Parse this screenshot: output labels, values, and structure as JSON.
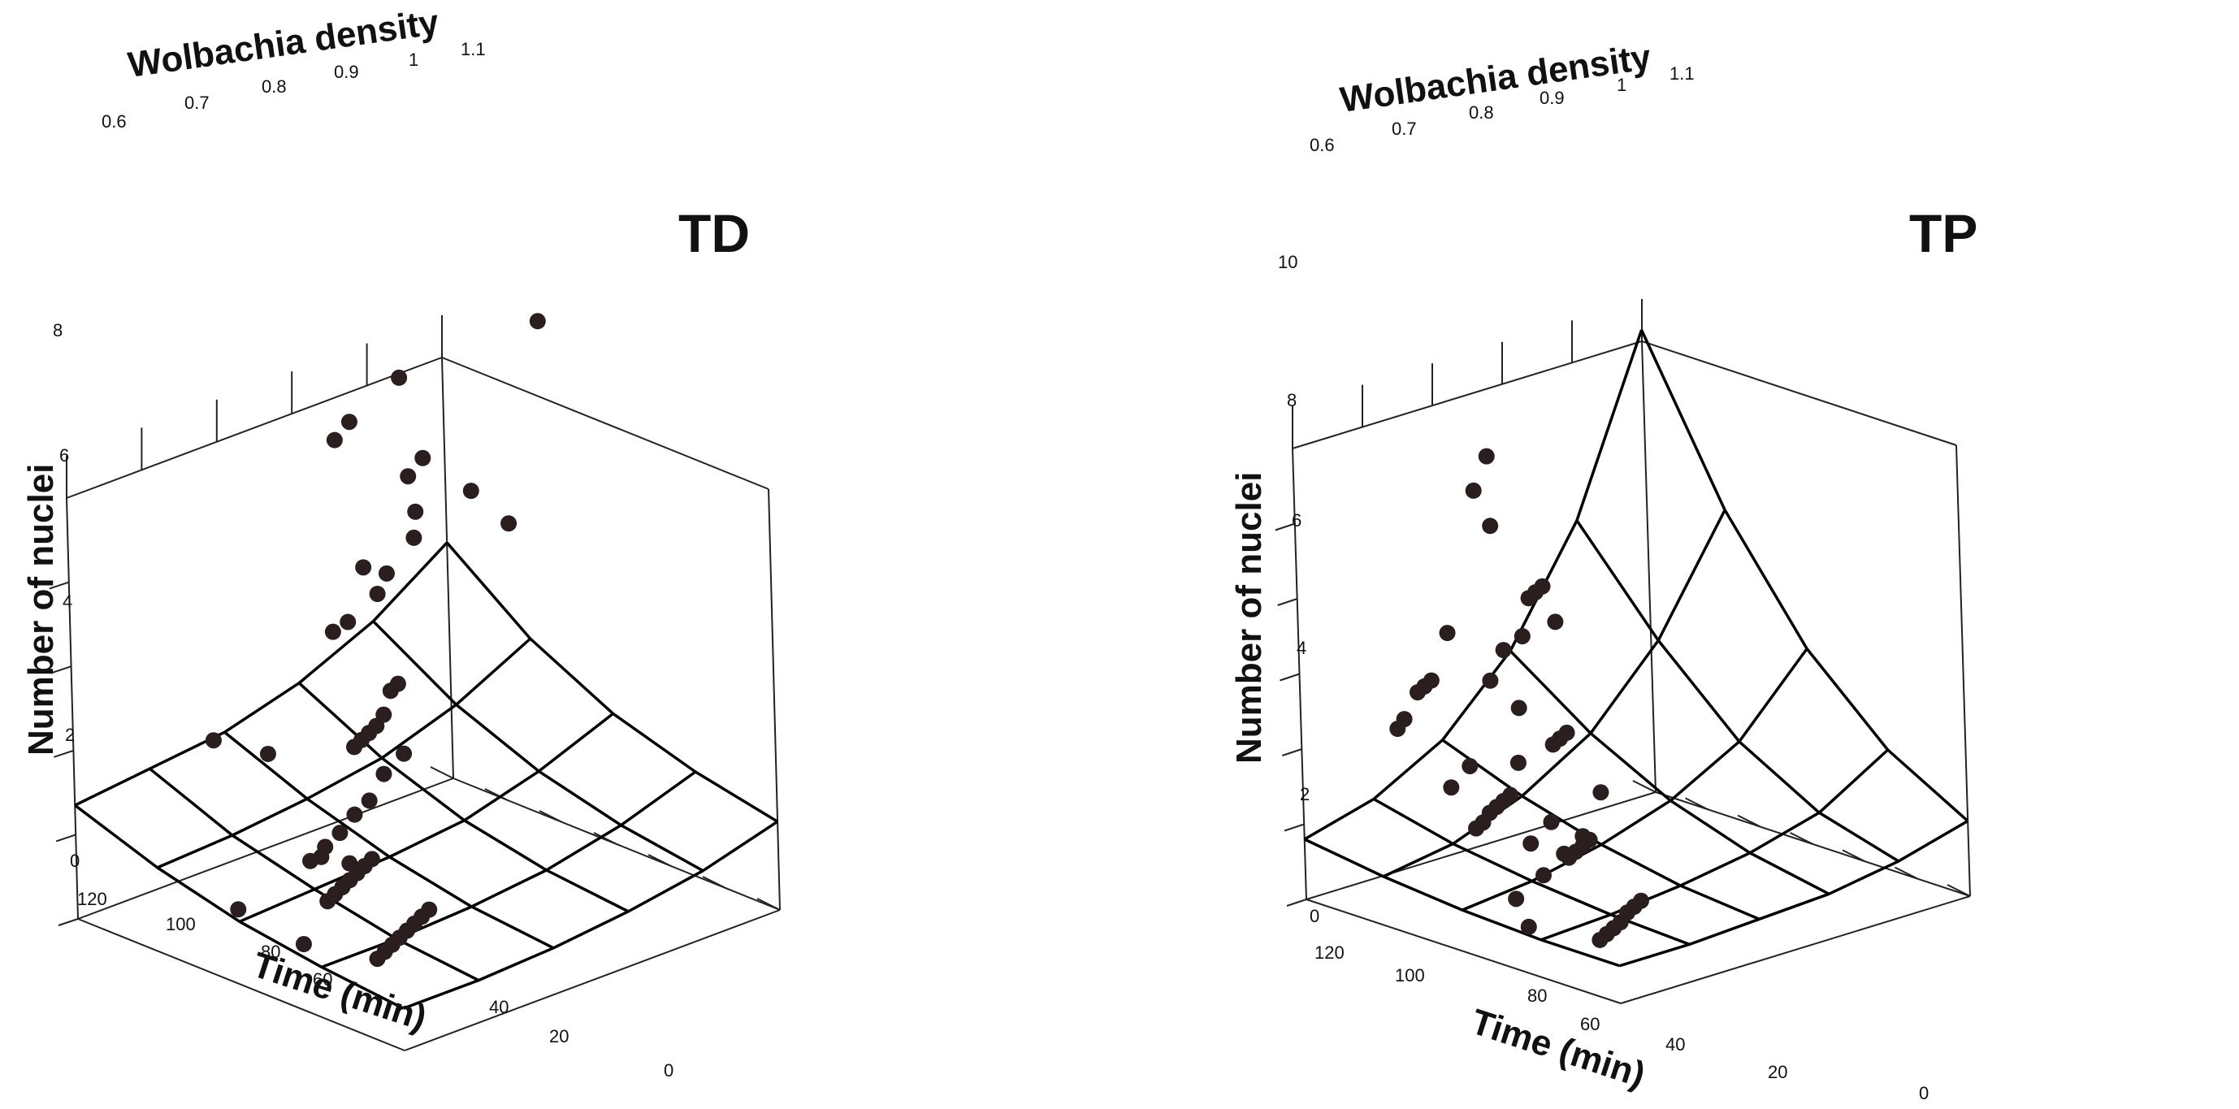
{
  "colors": {
    "points": "#2a1e1e",
    "lines": "#000000",
    "background": "#ffffff"
  },
  "chart_data": [
    {
      "type": "scatter3d",
      "title": "TD",
      "xlabel": "Wolbachia density",
      "ylabel": "Time (min)",
      "zlabel": "Number of nuclei",
      "xlim": [
        0.6,
        1.1
      ],
      "ylim": [
        0,
        120
      ],
      "zlim": [
        0,
        10
      ],
      "x_ticks": [
        "0.6",
        "0.7",
        "0.8",
        "0.9",
        "1",
        "1.1"
      ],
      "y_ticks": [
        "0",
        "20",
        "40",
        "60",
        "80",
        "100",
        "120"
      ],
      "z_ticks": [
        "0",
        "2",
        "4",
        "6",
        "8"
      ],
      "surface": {
        "x": [
          0.6,
          0.7,
          0.8,
          0.9,
          1.0,
          1.1
        ],
        "y": [
          0,
          30,
          60,
          90,
          120
        ],
        "z": [
          [
            1.0,
            1.0,
            1.1,
            1.3,
            1.6,
            2.1
          ],
          [
            1.2,
            1.2,
            1.3,
            1.5,
            1.9,
            2.5
          ],
          [
            1.5,
            1.6,
            1.7,
            1.9,
            2.4,
            3.1
          ],
          [
            2.0,
            2.1,
            2.3,
            2.6,
            3.2,
            4.1
          ],
          [
            2.7,
            2.9,
            3.1,
            3.6,
            4.4,
            5.6
          ]
        ]
      },
      "points": [
        {
          "x": 0.61,
          "y": 12,
          "z": 1.8
        },
        {
          "x": 0.62,
          "y": 12,
          "z": 1.9
        },
        {
          "x": 0.63,
          "y": 12,
          "z": 2.0
        },
        {
          "x": 0.64,
          "y": 12,
          "z": 2.1
        },
        {
          "x": 0.65,
          "y": 12,
          "z": 2.2
        },
        {
          "x": 0.66,
          "y": 12,
          "z": 2.3
        },
        {
          "x": 0.67,
          "y": 12,
          "z": 2.4
        },
        {
          "x": 0.68,
          "y": 12,
          "z": 2.5
        },
        {
          "x": 0.62,
          "y": 42,
          "z": 1.3
        },
        {
          "x": 0.66,
          "y": 44,
          "z": 2.0
        },
        {
          "x": 0.67,
          "y": 44,
          "z": 2.1
        },
        {
          "x": 0.68,
          "y": 44,
          "z": 2.2
        },
        {
          "x": 0.69,
          "y": 44,
          "z": 2.3
        },
        {
          "x": 0.7,
          "y": 44,
          "z": 2.4
        },
        {
          "x": 0.71,
          "y": 44,
          "z": 2.5
        },
        {
          "x": 0.72,
          "y": 44,
          "z": 2.6
        },
        {
          "x": 0.66,
          "y": 50,
          "z": 2.8
        },
        {
          "x": 0.68,
          "y": 50,
          "z": 3.0
        },
        {
          "x": 0.7,
          "y": 50,
          "z": 3.2
        },
        {
          "x": 0.72,
          "y": 50,
          "z": 3.5
        },
        {
          "x": 0.74,
          "y": 50,
          "z": 3.7
        },
        {
          "x": 0.76,
          "y": 50,
          "z": 4.2
        },
        {
          "x": 0.78,
          "y": 48,
          "z": 4.6
        },
        {
          "x": 0.71,
          "y": 60,
          "z": 2.3
        },
        {
          "x": 0.74,
          "y": 58,
          "z": 2.0
        },
        {
          "x": 0.62,
          "y": 66,
          "z": 1.5
        },
        {
          "x": 0.8,
          "y": 72,
          "z": 4.0
        },
        {
          "x": 0.81,
          "y": 72,
          "z": 4.1
        },
        {
          "x": 0.82,
          "y": 72,
          "z": 4.2
        },
        {
          "x": 0.83,
          "y": 72,
          "z": 4.3
        },
        {
          "x": 0.84,
          "y": 72,
          "z": 4.5
        },
        {
          "x": 0.85,
          "y": 72,
          "z": 5.0
        },
        {
          "x": 0.86,
          "y": 72,
          "z": 5.1
        },
        {
          "x": 0.75,
          "y": 90,
          "z": 3.7
        },
        {
          "x": 0.7,
          "y": 96,
          "z": 4.2
        },
        {
          "x": 0.84,
          "y": 90,
          "z": 6.0
        },
        {
          "x": 0.86,
          "y": 90,
          "z": 6.1
        },
        {
          "x": 0.9,
          "y": 90,
          "z": 6.5
        },
        {
          "x": 0.9,
          "y": 95,
          "z": 7.0
        },
        {
          "x": 0.92,
          "y": 92,
          "z": 6.8
        },
        {
          "x": 0.95,
          "y": 90,
          "z": 7.5
        },
        {
          "x": 0.96,
          "y": 92,
          "z": 8.0
        },
        {
          "x": 0.92,
          "y": 110,
          "z": 9.5
        },
        {
          "x": 0.94,
          "y": 110,
          "z": 9.8
        },
        {
          "x": 0.98,
          "y": 100,
          "z": 8.5
        },
        {
          "x": 1.0,
          "y": 100,
          "z": 8.8
        },
        {
          "x": 1.0,
          "y": 108,
          "z": 10.5
        },
        {
          "x": 1.02,
          "y": 88,
          "z": 8.2
        },
        {
          "x": 1.04,
          "y": 80,
          "z": 7.5
        },
        {
          "x": 1.05,
          "y": 70,
          "z": 12.5
        }
      ]
    },
    {
      "type": "scatter3d",
      "title": "TP",
      "xlabel": "Wolbachia density",
      "ylabel": "Time (min)",
      "zlabel": "Number of nuclei",
      "xlim": [
        0.6,
        1.1
      ],
      "ylim": [
        0,
        120
      ],
      "zlim": [
        0,
        12
      ],
      "x_ticks": [
        "0.6",
        "0.7",
        "0.8",
        "0.9",
        "1",
        "1.1"
      ],
      "y_ticks": [
        "0",
        "20",
        "40",
        "60",
        "80",
        "100",
        "120"
      ],
      "z_ticks": [
        "0",
        "2",
        "4",
        "6",
        "8",
        "10"
      ],
      "surface": {
        "x": [
          0.6,
          0.7,
          0.8,
          0.9,
          1.0,
          1.1
        ],
        "y": [
          0,
          30,
          60,
          90,
          120
        ],
        "z": [
          [
            1.0,
            1.0,
            1.1,
            1.2,
            1.5,
            2.0
          ],
          [
            1.0,
            1.1,
            1.3,
            1.6,
            2.1,
            3.2
          ],
          [
            1.1,
            1.3,
            1.7,
            2.3,
            3.3,
            5.2
          ],
          [
            1.3,
            1.6,
            2.3,
            3.4,
            5.3,
            8.2
          ],
          [
            1.6,
            2.1,
            3.1,
            4.9,
            7.8,
            12.3
          ]
        ]
      },
      "points": [
        {
          "x": 0.61,
          "y": 10,
          "z": 1.4
        },
        {
          "x": 0.62,
          "y": 10,
          "z": 1.5
        },
        {
          "x": 0.63,
          "y": 10,
          "z": 1.6
        },
        {
          "x": 0.64,
          "y": 10,
          "z": 1.7
        },
        {
          "x": 0.65,
          "y": 10,
          "z": 1.9
        },
        {
          "x": 0.66,
          "y": 10,
          "z": 2.0
        },
        {
          "x": 0.67,
          "y": 10,
          "z": 2.1
        },
        {
          "x": 0.62,
          "y": 40,
          "z": 1.0
        },
        {
          "x": 0.68,
          "y": 40,
          "z": 2.5
        },
        {
          "x": 0.69,
          "y": 40,
          "z": 2.6
        },
        {
          "x": 0.7,
          "y": 40,
          "z": 2.7
        },
        {
          "x": 0.71,
          "y": 40,
          "z": 2.8
        },
        {
          "x": 0.64,
          "y": 50,
          "z": 1.4
        },
        {
          "x": 0.68,
          "y": 50,
          "z": 1.8
        },
        {
          "x": 0.71,
          "y": 50,
          "z": 2.2
        },
        {
          "x": 0.73,
          "y": 48,
          "z": 2.6
        },
        {
          "x": 0.75,
          "y": 46,
          "z": 3.7
        },
        {
          "x": 0.7,
          "y": 60,
          "z": 2.3
        },
        {
          "x": 0.73,
          "y": 60,
          "z": 2.7
        },
        {
          "x": 0.66,
          "y": 70,
          "z": 2.7
        },
        {
          "x": 0.67,
          "y": 70,
          "z": 2.8
        },
        {
          "x": 0.68,
          "y": 70,
          "z": 3.0
        },
        {
          "x": 0.69,
          "y": 70,
          "z": 3.1
        },
        {
          "x": 0.7,
          "y": 70,
          "z": 3.2
        },
        {
          "x": 0.71,
          "y": 70,
          "z": 3.3
        },
        {
          "x": 0.73,
          "y": 72,
          "z": 4.0
        },
        {
          "x": 0.78,
          "y": 72,
          "z": 4.2
        },
        {
          "x": 0.79,
          "y": 72,
          "z": 4.3
        },
        {
          "x": 0.8,
          "y": 72,
          "z": 4.4
        },
        {
          "x": 0.77,
          "y": 82,
          "z": 5.0
        },
        {
          "x": 0.76,
          "y": 90,
          "z": 5.6
        },
        {
          "x": 0.78,
          "y": 90,
          "z": 6.3
        },
        {
          "x": 0.8,
          "y": 88,
          "z": 6.6
        },
        {
          "x": 0.84,
          "y": 86,
          "z": 6.8
        },
        {
          "x": 0.84,
          "y": 96,
          "z": 7.2
        },
        {
          "x": 0.85,
          "y": 96,
          "z": 7.3
        },
        {
          "x": 0.86,
          "y": 96,
          "z": 7.4
        },
        {
          "x": 0.7,
          "y": 90,
          "z": 3.1
        },
        {
          "x": 0.72,
          "y": 88,
          "z": 3.6
        },
        {
          "x": 0.7,
          "y": 110,
          "z": 4.2
        },
        {
          "x": 0.71,
          "y": 110,
          "z": 4.4
        },
        {
          "x": 0.73,
          "y": 110,
          "z": 5.0
        },
        {
          "x": 0.74,
          "y": 110,
          "z": 5.1
        },
        {
          "x": 0.75,
          "y": 110,
          "z": 5.2
        },
        {
          "x": 0.76,
          "y": 106,
          "z": 6.5
        },
        {
          "x": 0.84,
          "y": 110,
          "z": 8.8
        },
        {
          "x": 0.84,
          "y": 116,
          "z": 9.6
        },
        {
          "x": 0.86,
          "y": 116,
          "z": 10.4
        }
      ]
    }
  ]
}
